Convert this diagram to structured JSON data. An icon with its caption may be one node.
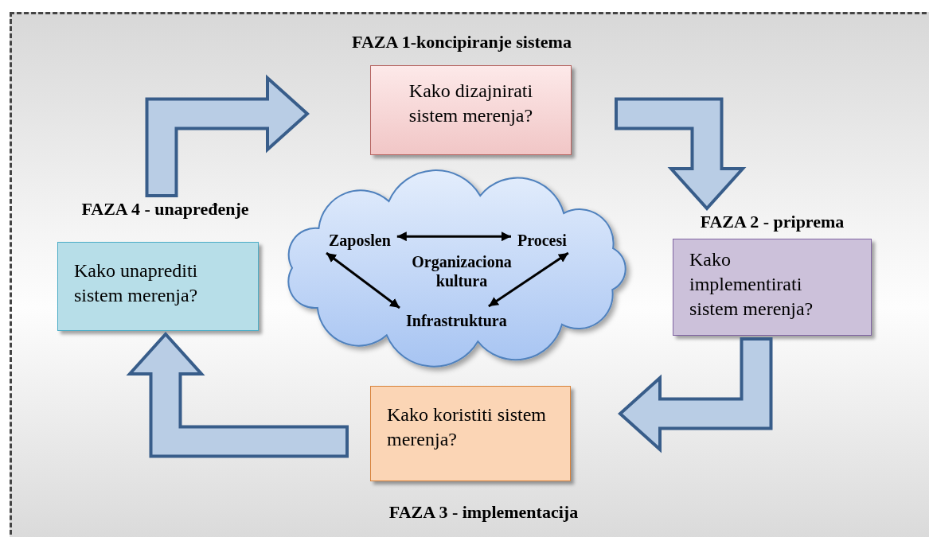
{
  "diagram": {
    "nodes": [
      {
        "text": [
          "FAZA 1-koncipiranje sistema",
          "Kako dizajnirati sistem merenja?"
        ]
      },
      {
        "text": [
          "FAZA 2 - priprema",
          "Kako implementirati sistem merenja?"
        ]
      },
      {
        "text": [
          "Kako koristiti sistem merenja?",
          "FAZA 3 - implementacija"
        ]
      },
      {
        "text": [
          "FAZA 4 - unapređenje",
          "Kako unaprediti sistem merenja?"
        ]
      },
      {
        "text": [],
        "shape": "cloud"
      },
      {
        "text": [
          "Zaposlen"
        ],
        "in": 4
      },
      {
        "text": [
          "Procesi"
        ],
        "in": 4
      },
      {
        "text": [
          "Organizaciona kultura"
        ],
        "in": 4
      },
      {
        "text": [
          "Infrastruktura"
        ],
        "in": 4
      }
    ],
    "edges": [
      {
        "from": 0,
        "to": 1,
        "arrow": "to",
        "style": "thick"
      },
      {
        "from": 1,
        "to": 2,
        "arrow": "to",
        "style": "thick"
      },
      {
        "from": 2,
        "to": 3,
        "arrow": "to",
        "style": "thick"
      },
      {
        "from": 3,
        "to": 0,
        "arrow": "to",
        "style": "thick"
      },
      {
        "from": 5,
        "to": 6,
        "arrow": "both",
        "color": "#000000"
      },
      {
        "from": 5,
        "to": 8,
        "arrow": "both",
        "color": "#000000"
      },
      {
        "from": 6,
        "to": 8,
        "arrow": "both",
        "color": "#000000"
      }
    ]
  }
}
